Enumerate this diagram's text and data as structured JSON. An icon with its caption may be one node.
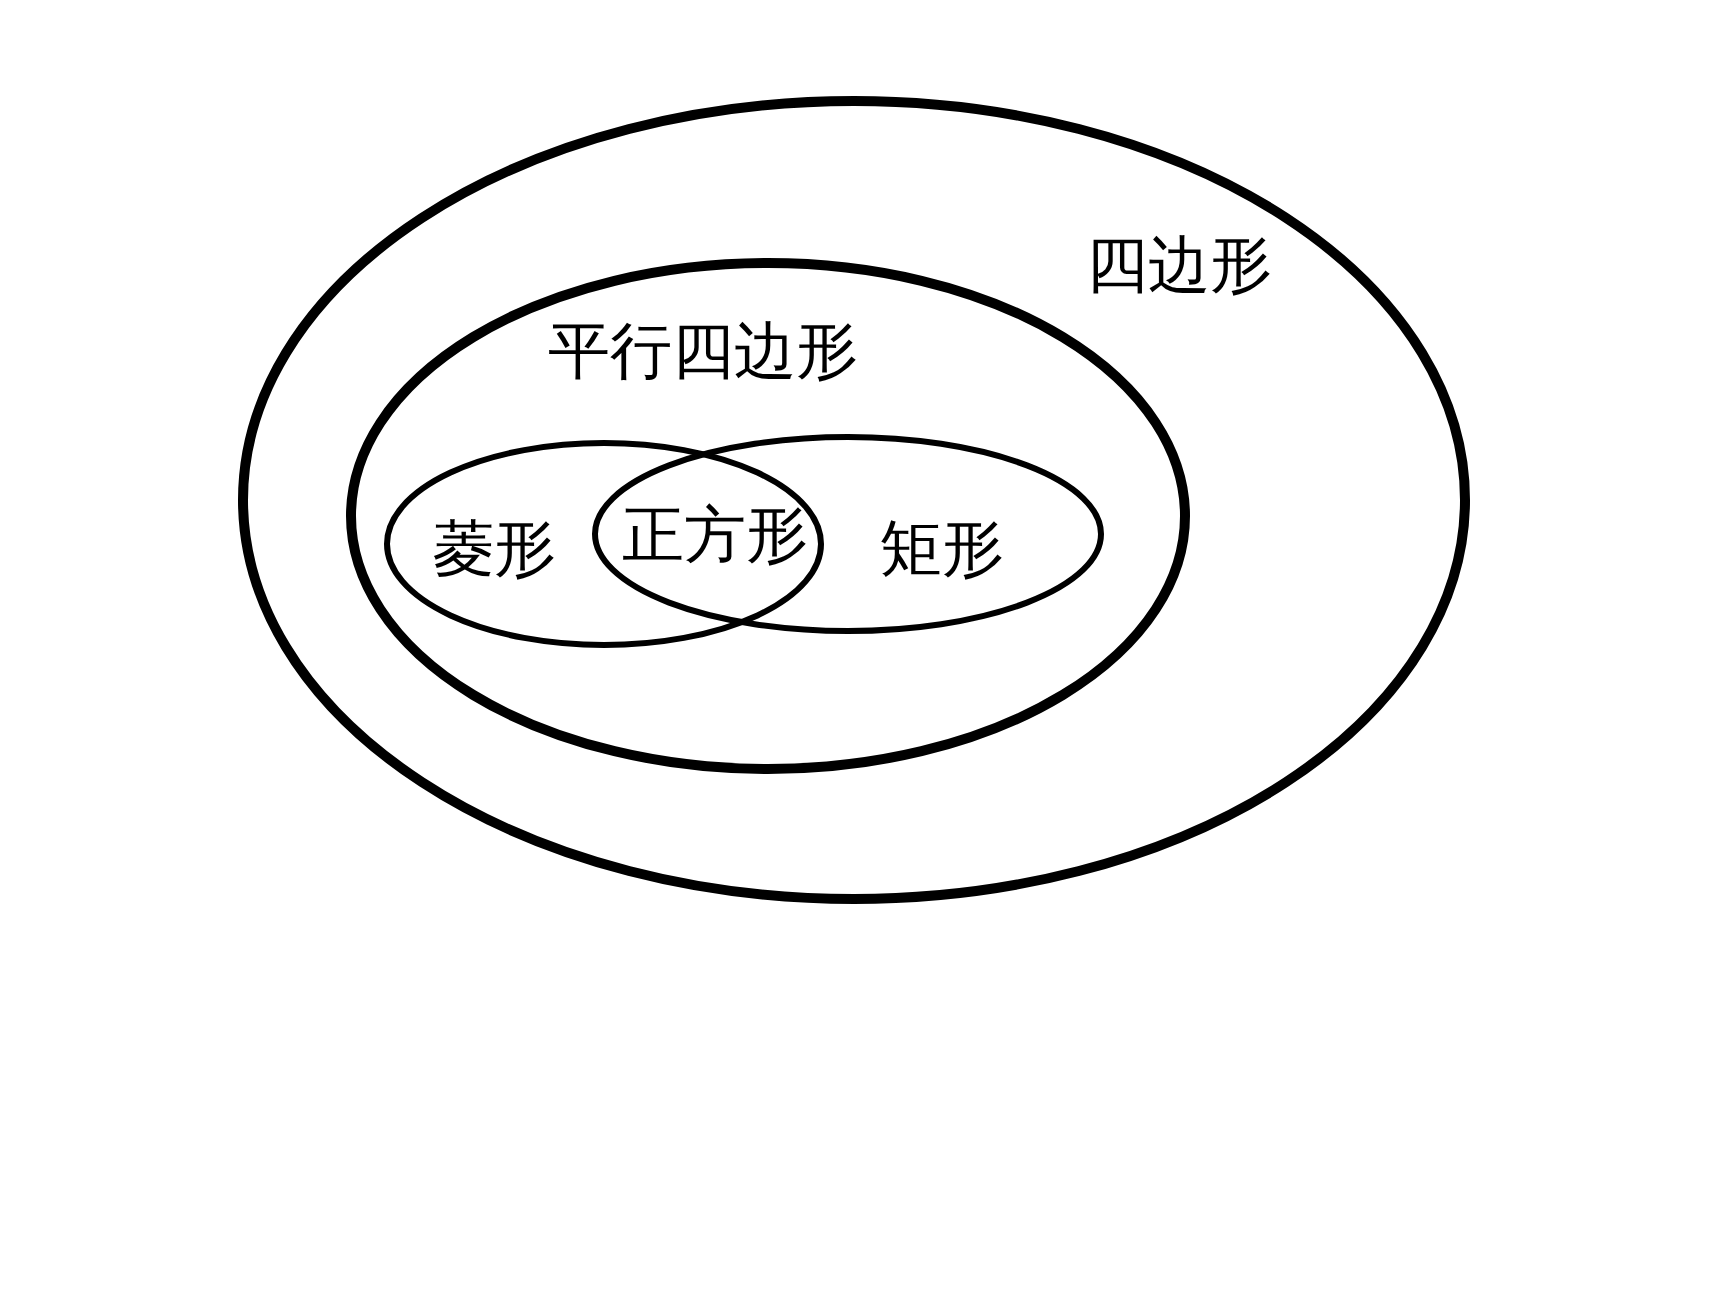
{
  "diagram": {
    "nodes": [
      {
        "text": [
          "四边形"
        ]
      },
      {
        "text": [
          "平行四边形"
        ],
        "in": 0
      },
      {
        "text": [
          "菱形"
        ],
        "in": 1
      },
      {
        "text": [
          "矩形"
        ],
        "in": 1
      }
    ],
    "labels": [
      "正方形"
    ]
  }
}
